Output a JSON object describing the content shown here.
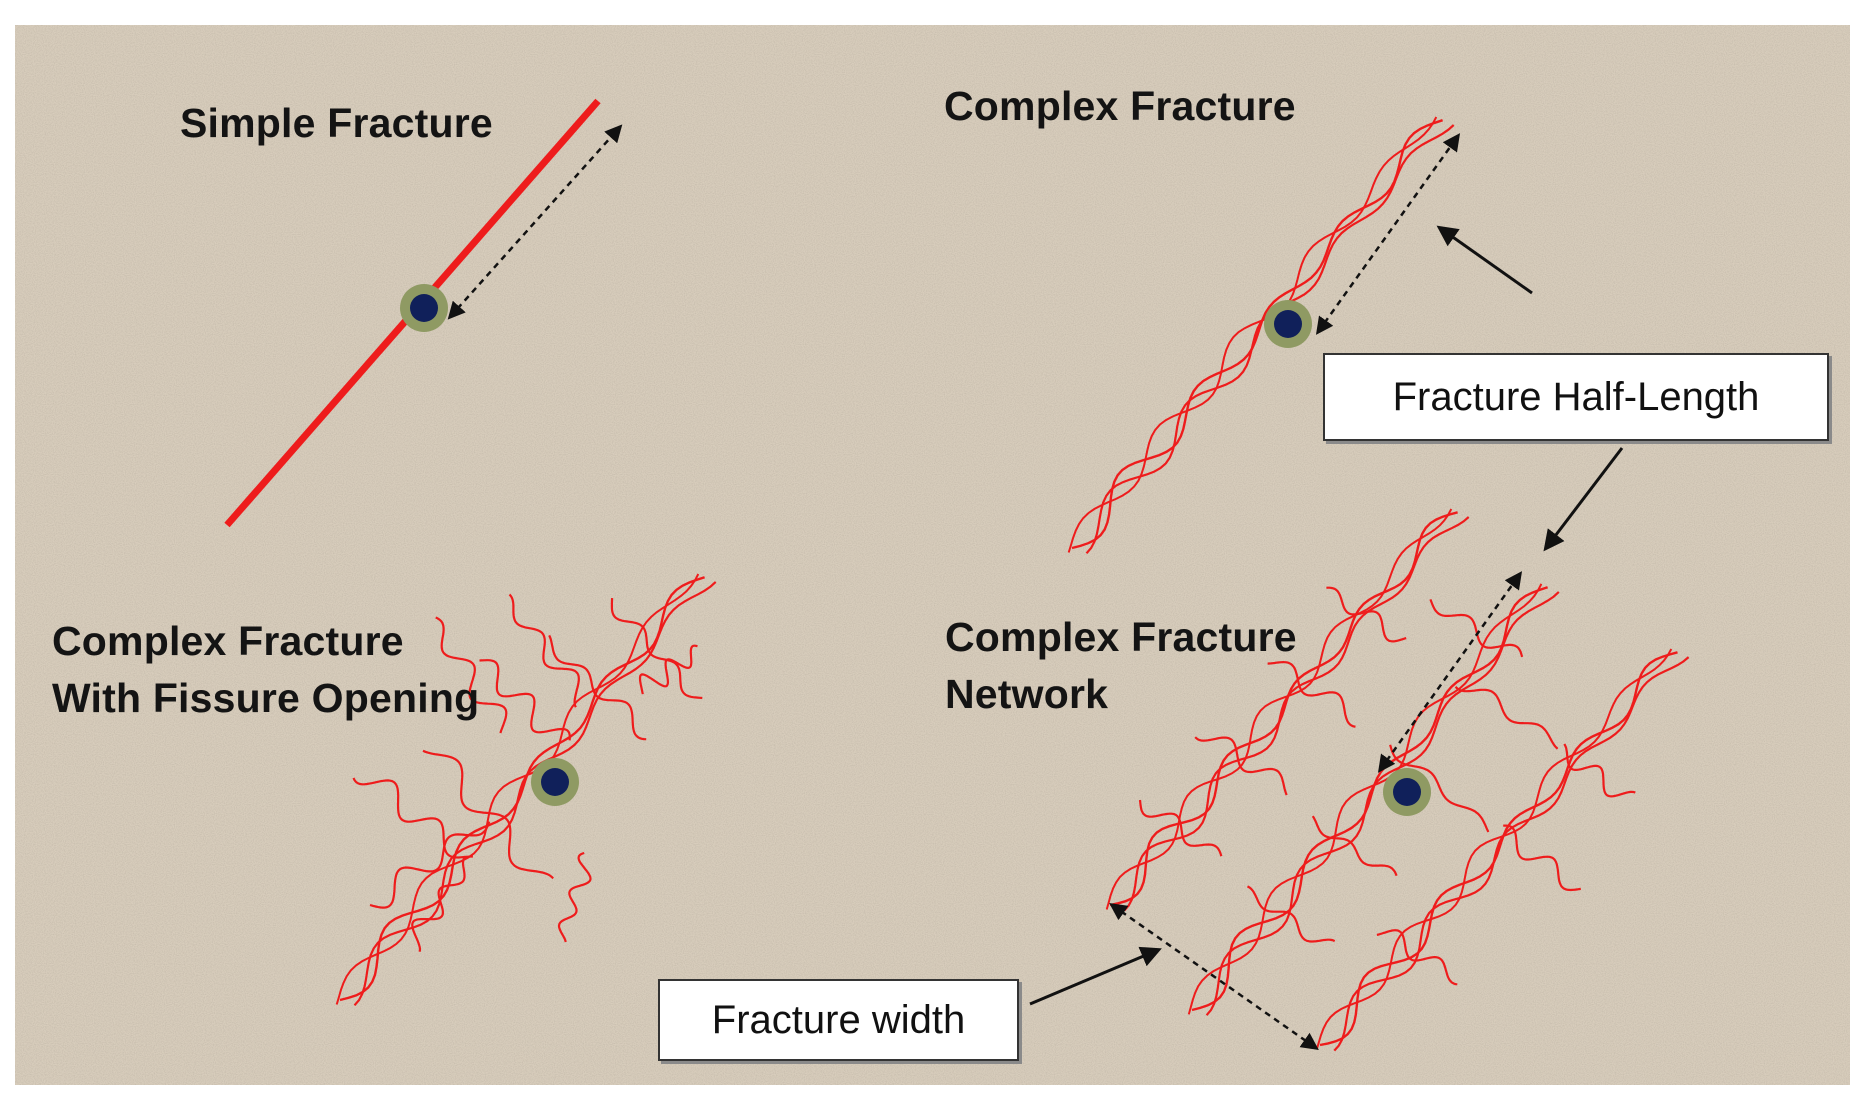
{
  "colors": {
    "background": "#d8cdbc",
    "fracture": "#ee1c1c",
    "wellbore_core": "#10205a",
    "wellbore_ring": "#8f9a63"
  },
  "labels": {
    "simple_fracture": "Simple Fracture",
    "complex_fracture": "Complex Fracture",
    "fissure_line1": "Complex Fracture",
    "fissure_line2": "With Fissure Opening",
    "network_line1": "Complex Fracture",
    "network_line2": "Network"
  },
  "callouts": {
    "half_length": "Fracture Half-Length",
    "width": "Fracture width"
  }
}
